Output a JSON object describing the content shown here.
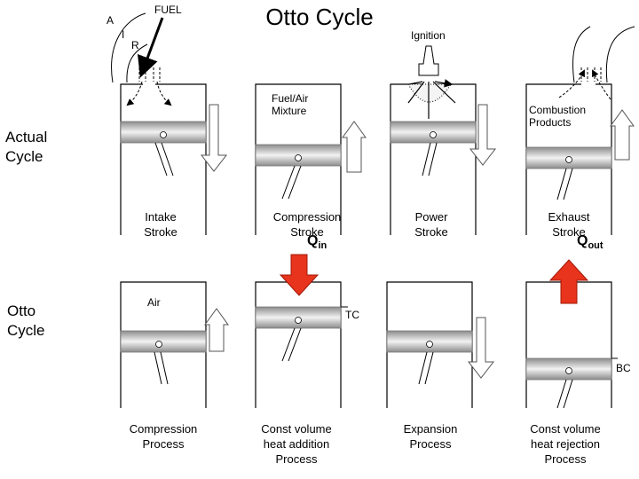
{
  "title": "Otto Cycle",
  "row_labels": {
    "actual": [
      "Actual",
      "Cycle"
    ],
    "otto": [
      "Otto",
      "Cycle"
    ]
  },
  "labels": {
    "A": "A",
    "I": "I",
    "R": "R",
    "fuel": "FUEL",
    "ignition": "Ignition",
    "fuel_air": [
      "Fuel/Air",
      "Mixture"
    ],
    "combustion": [
      "Combustion",
      "Products"
    ],
    "air": "Air",
    "tc": "TC",
    "bc": "BC"
  },
  "heat": {
    "in": {
      "symbol": "Q",
      "sub": "in"
    },
    "out": {
      "symbol": "Q",
      "sub": "out"
    }
  },
  "actual_captions": [
    [
      "Intake",
      "Stroke"
    ],
    [
      "Compression",
      "Stroke"
    ],
    [
      "Power",
      "Stroke"
    ],
    [
      "Exhaust",
      "Stroke"
    ]
  ],
  "otto_captions": [
    [
      "Compression",
      "Process"
    ],
    [
      "Const volume",
      "heat addition",
      "Process"
    ],
    [
      "Expansion",
      "Process"
    ],
    [
      "Const volume",
      "heat rejection",
      "Process"
    ]
  ],
  "colors": {
    "heat_arrow": "#e8341c",
    "piston_dark": "#8c8c8c",
    "piston_light": "#f2f2f2"
  }
}
